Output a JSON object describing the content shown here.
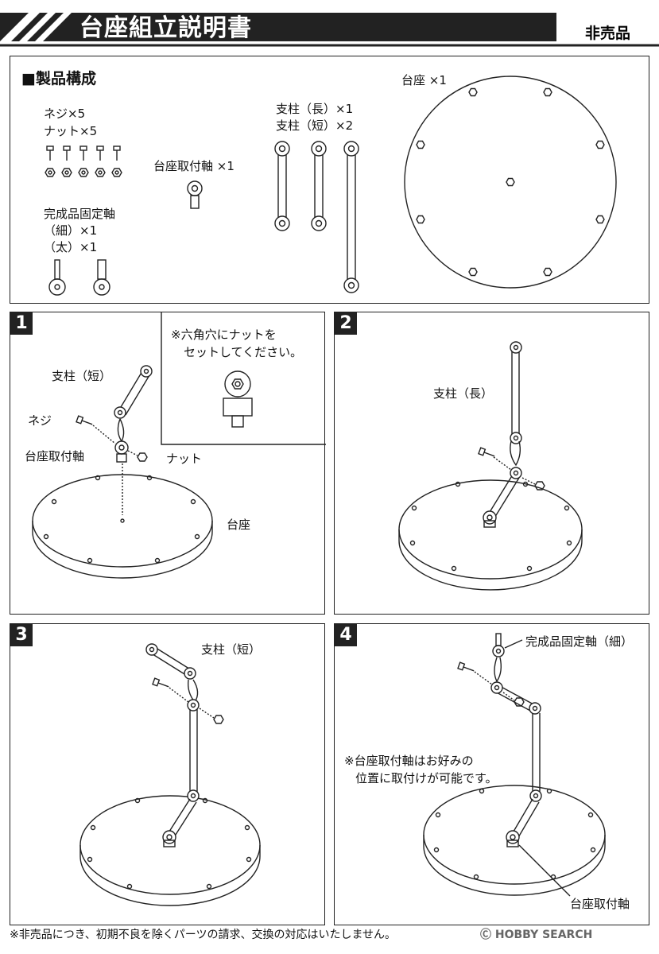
{
  "header": {
    "title": "台座組立説明書",
    "not_for_sale": "非売品"
  },
  "parts": {
    "section_title": "■製品構成",
    "screws": "ネジ×5",
    "nuts": "ナット×5",
    "base_mount": "台座取付軸 ×1",
    "pillar_long": "支柱（長）×1",
    "pillar_short": "支柱（短）×2",
    "base": "台座 ×1",
    "fix_shaft": "完成品固定軸",
    "fix_thin": "（細）×1",
    "fix_thick": "（太）×1"
  },
  "step1": {
    "num": "1",
    "note_line1": "※六角穴にナットを",
    "note_line2": "セットしてください。",
    "pillar_short": "支柱（短）",
    "screw": "ネジ",
    "base_mount": "台座取付軸",
    "nut": "ナット",
    "base": "台座"
  },
  "step2": {
    "num": "2",
    "pillar_long": "支柱（長）"
  },
  "step3": {
    "num": "3",
    "pillar_short": "支柱（短）"
  },
  "step4": {
    "num": "4",
    "fix_thin": "完成品固定軸（細）",
    "note_line1": "※台座取付軸はお好みの",
    "note_line2": "位置に取付けが可能です。",
    "base_mount": "台座取付軸"
  },
  "footer": "※非売品につき、初期不良を除くパーツの請求、交換の対応はいたしません。",
  "watermark": "Ⓒ HOBBY SEARCH"
}
